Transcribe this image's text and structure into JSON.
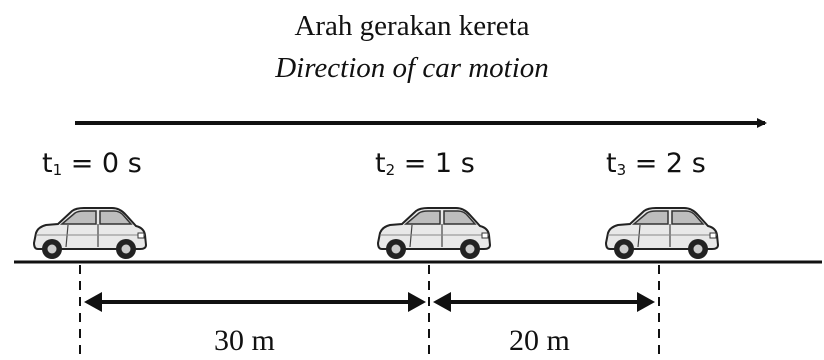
{
  "title": {
    "line1": "Arah gerakan kereta",
    "line2": "Direction of car motion"
  },
  "times": [
    {
      "var": "t",
      "index": "1",
      "eq": " = 0 s"
    },
    {
      "var": "t",
      "index": "2",
      "eq": " = 1 s"
    },
    {
      "var": "t",
      "index": "3",
      "eq": " = 2 s"
    }
  ],
  "distances": [
    {
      "label": "30 m"
    },
    {
      "label": "20 m"
    }
  ]
}
